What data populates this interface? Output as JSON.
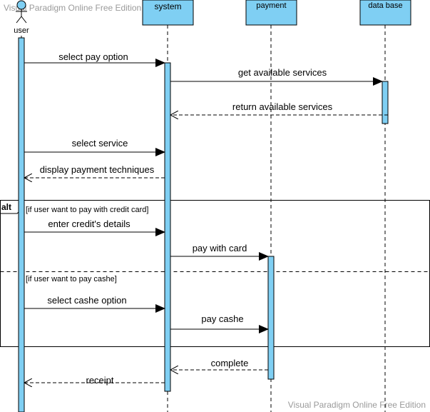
{
  "watermark_top": "Visual Paradigm Online Free Edition",
  "watermark_bottom": "Visual Paradigm Online Free Edition",
  "colors": {
    "activation": "#7fcff3",
    "lifeline_box": "#7fcff3",
    "line": "#000000"
  },
  "actor": {
    "name": "user"
  },
  "lifelines": [
    {
      "id": "system",
      "label": "system"
    },
    {
      "id": "payment",
      "label": "payment"
    },
    {
      "id": "database",
      "label": "data base"
    }
  ],
  "messages": [
    {
      "label": "select pay option",
      "from": "user",
      "to": "system",
      "kind": "sync"
    },
    {
      "label": "get available services",
      "from": "system",
      "to": "database",
      "kind": "sync"
    },
    {
      "label": "return available services",
      "from": "database",
      "to": "system",
      "kind": "return"
    },
    {
      "label": "select service",
      "from": "user",
      "to": "system",
      "kind": "sync"
    },
    {
      "label": "display payment techniques",
      "from": "system",
      "to": "user",
      "kind": "return"
    },
    {
      "label": "enter credit's details",
      "from": "user",
      "to": "system",
      "kind": "sync"
    },
    {
      "label": "pay with card",
      "from": "system",
      "to": "payment",
      "kind": "sync"
    },
    {
      "label": "select cashe option",
      "from": "user",
      "to": "system",
      "kind": "sync"
    },
    {
      "label": "pay cashe",
      "from": "system",
      "to": "payment",
      "kind": "sync"
    },
    {
      "label": "complete",
      "from": "payment",
      "to": "system",
      "kind": "return"
    },
    {
      "label": "receipt",
      "from": "system",
      "to": "user",
      "kind": "return"
    }
  ],
  "fragment": {
    "operator": "alt",
    "guard1": "[if user want to pay with credit card]",
    "guard2": "[if user want to pay cashe]"
  }
}
